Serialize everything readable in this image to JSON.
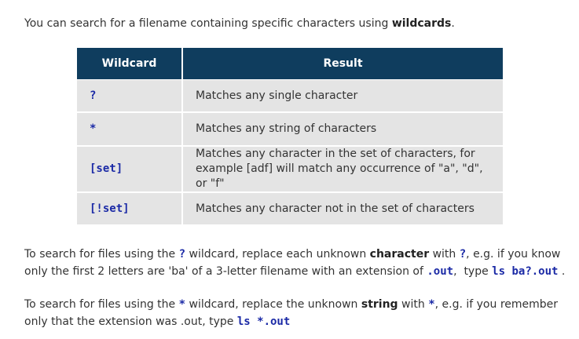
{
  "intro": {
    "text_before": "You can search for a filename containing specific characters using ",
    "bold_word": "wildcards",
    "text_after": "."
  },
  "table": {
    "headers": [
      "Wildcard",
      "Result"
    ],
    "rows": [
      {
        "wildcard": "?",
        "result_line1": "Matches any single character",
        "result_line2": ""
      },
      {
        "wildcard": "*",
        "result_line1": "Matches any string of characters",
        "result_line2": ""
      },
      {
        "wildcard": "[set]",
        "result_line1": "Matches any character in the set of characters, for",
        "result_line2": "example [adf] will match any occurrence of \"a\", \"d\", or \"f\""
      },
      {
        "wildcard": "[!set]",
        "result_line1": "Matches any character not in the set of characters",
        "result_line2": ""
      }
    ]
  },
  "para1": {
    "t1": "To search for files using the ",
    "code1": "?",
    "t2": " wildcard, replace each unknown ",
    "bold": "character",
    "t3": " with ",
    "code2": "?",
    "t4": ", e.g. if you know only the first 2 letters are 'ba' of a 3-letter filename with an extension of ",
    "code3": ".out",
    "t5": ",  type ",
    "code4": "ls ba?.out",
    "t6": " ."
  },
  "para2": {
    "t1": "To search for files using the ",
    "code1": "*",
    "t2": " wildcard, replace the unknown ",
    "bold": "string",
    "t3": " with ",
    "code2": "*",
    "t4": ", e.g. if you remember only that the extension was .out, type ",
    "code3": "ls *.out"
  }
}
